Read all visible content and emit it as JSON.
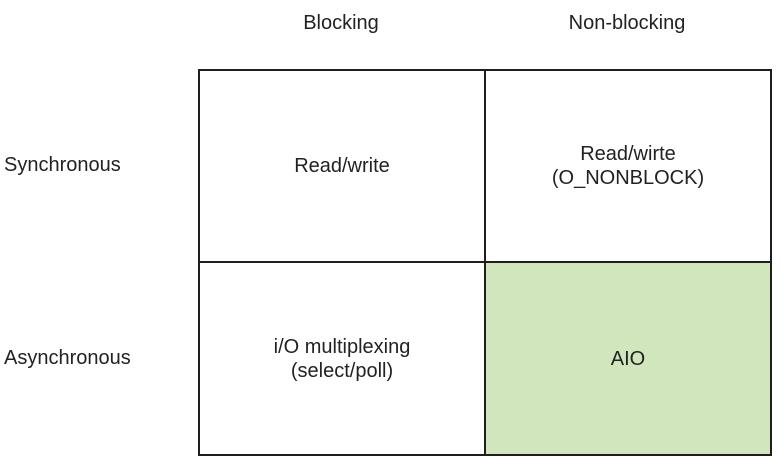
{
  "columns": [
    "Blocking",
    "Non-blocking"
  ],
  "rows": [
    "Synchronous",
    "Asynchronous"
  ],
  "cells": {
    "sync_blocking": {
      "lines": [
        "Read/write"
      ]
    },
    "sync_nonblocking": {
      "lines": [
        "Read/wirte",
        "(O_NONBLOCK)"
      ]
    },
    "async_blocking": {
      "lines": [
        "i/O multiplexing",
        "(select/poll)"
      ]
    },
    "async_nonblocking": {
      "lines": [
        "AIO"
      ]
    }
  },
  "colors": {
    "highlight": "#d2e6bd",
    "border": "#1e1e1e",
    "text": "#222222"
  }
}
